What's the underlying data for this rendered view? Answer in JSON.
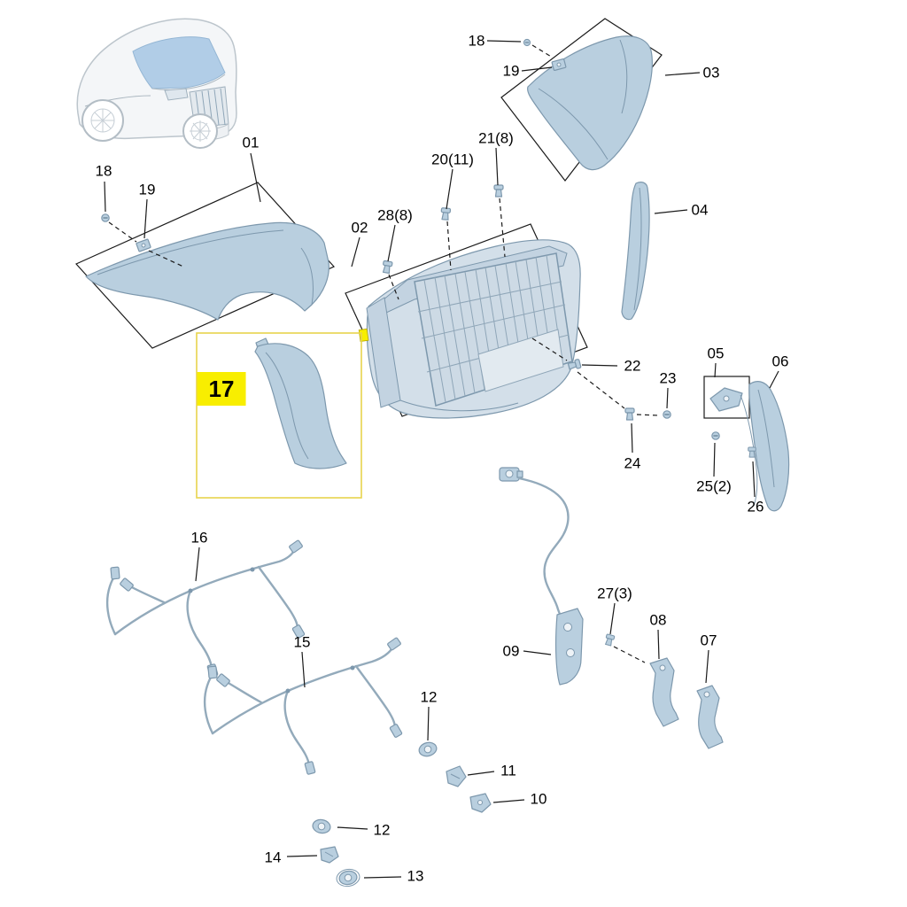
{
  "colors": {
    "part_fill": "#b9cfdf",
    "part_fill_light": "#d3dfe9",
    "part_stroke": "#7d98ad",
    "line_color": "#1a1a1a",
    "wire_color": "#93aabb",
    "highlight_fill": "#f8ee00",
    "highlight_border": "#e8d44d"
  },
  "callouts": {
    "c18a": "18",
    "c19a": "19",
    "c01": "01",
    "c18b": "18",
    "c19b": "19",
    "c03": "03",
    "c21": "21(8)",
    "c20": "20(11)",
    "c28": "28(8)",
    "c02": "02",
    "c04": "04",
    "c17": "17",
    "c22": "22",
    "c23": "23",
    "c05": "05",
    "c06": "06",
    "c24": "24",
    "c25": "25(2)",
    "c26": "26",
    "c16": "16",
    "c15": "15",
    "c09": "09",
    "c27": "27(3)",
    "c08": "08",
    "c07": "07",
    "c12a": "12",
    "c11": "11",
    "c10": "10",
    "c12b": "12",
    "c14": "14",
    "c13": "13"
  }
}
